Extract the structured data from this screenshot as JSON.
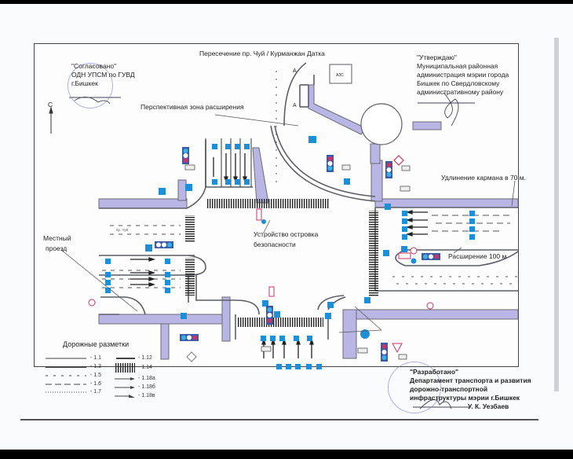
{
  "document": {
    "title": "Пересечение пр. Чуй / Курманжан Датка",
    "north_label": "С",
    "approval_left": {
      "line1": "\"Согласовано\"",
      "line2": "ОДН УПСМ по ГУВД",
      "line3": "г.Бишкек"
    },
    "approval_right": {
      "line1": "\"Утверждаю\"",
      "line2": "Муниципальная районная",
      "line3": "администрация мэрии города",
      "line4": "Бишкек по Свердловскому",
      "line5": "административному району"
    },
    "developed_by": {
      "line1": "\"Разработано\"",
      "line2": "Департамент транспорта и развития",
      "line3": "дорожно-транспортной",
      "line4": "инфраструктуры мэрии г.Бишкек",
      "line5": "У. К. Уезбаев"
    }
  },
  "annotations": {
    "expansion_zone": "Перспективная зона расширения",
    "pocket_extension": "Удлинение кармана в 70 м.",
    "local_road_line1": "Местный",
    "local_road_line2": "проезд",
    "safety_island_line1": "Устройство островка",
    "safety_island_line2": "безопасности",
    "widening": "Расширение 100 м",
    "gas_station": "АЗС",
    "marker_a_top": "А",
    "marker_a_bottom": "А",
    "street_chuy": "пр. Чуй"
  },
  "legend": {
    "title": "Дорожные разметки",
    "left": [
      {
        "code": "- 1.1",
        "style": "solid-thin"
      },
      {
        "code": "- 1.3",
        "style": "solid-double"
      },
      {
        "code": "- 1.5",
        "style": "short-dash"
      },
      {
        "code": "- 1.6",
        "style": "long-dash"
      },
      {
        "code": "- 1.7",
        "style": "dotted"
      }
    ],
    "right": [
      {
        "code": "- 1.12",
        "style": "stop-line"
      },
      {
        "code": "- 1.14",
        "style": "zebra"
      },
      {
        "code": "- 1.18а",
        "style": "arrow-straight"
      },
      {
        "code": "- 1.18б",
        "style": "arrow-straight-turn"
      },
      {
        "code": "- 1.18в",
        "style": "arrow-turn"
      }
    ]
  },
  "colors": {
    "sidewalk": "#b9b6e6",
    "sign_blue": "#1d8fd6",
    "signal_red": "#c8336a",
    "signal_blue": "#3ab1e6",
    "road_edge": "#6b6b73",
    "stamp": "#7b82c6"
  }
}
